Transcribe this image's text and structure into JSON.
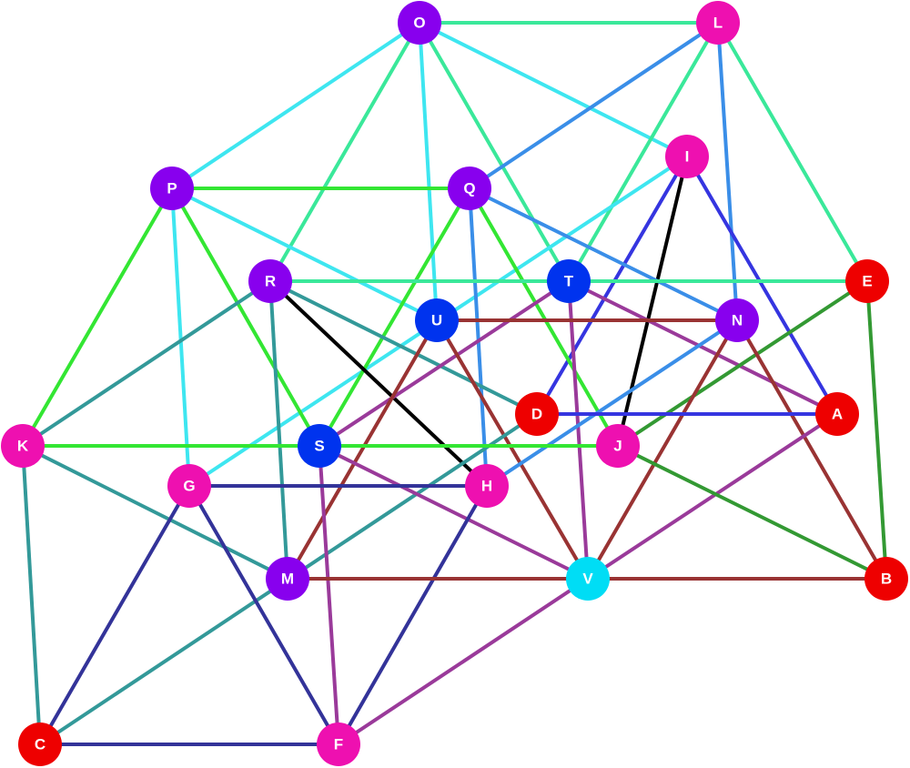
{
  "graph": {
    "nodes": [
      {
        "id": "O",
        "label": "O",
        "color": "#8800ee"
      },
      {
        "id": "L",
        "label": "L",
        "color": "#ee10b0"
      },
      {
        "id": "I",
        "label": "I",
        "color": "#ee10b0"
      },
      {
        "id": "P",
        "label": "P",
        "color": "#8800ee"
      },
      {
        "id": "Q",
        "label": "Q",
        "color": "#8800ee"
      },
      {
        "id": "R",
        "label": "R",
        "color": "#8800ee"
      },
      {
        "id": "T",
        "label": "T",
        "color": "#0033ee"
      },
      {
        "id": "E",
        "label": "E",
        "color": "#ee0000"
      },
      {
        "id": "U",
        "label": "U",
        "color": "#0033ee"
      },
      {
        "id": "N",
        "label": "N",
        "color": "#8800ee"
      },
      {
        "id": "D",
        "label": "D",
        "color": "#ee0000"
      },
      {
        "id": "A",
        "label": "A",
        "color": "#ee0000"
      },
      {
        "id": "K",
        "label": "K",
        "color": "#ee10b0"
      },
      {
        "id": "S",
        "label": "S",
        "color": "#0033ee"
      },
      {
        "id": "J",
        "label": "J",
        "color": "#ee10b0"
      },
      {
        "id": "G",
        "label": "G",
        "color": "#ee10b0"
      },
      {
        "id": "H",
        "label": "H",
        "color": "#ee10b0"
      },
      {
        "id": "M",
        "label": "M",
        "color": "#8800ee"
      },
      {
        "id": "V",
        "label": "V",
        "color": "#00ddf5"
      },
      {
        "id": "B",
        "label": "B",
        "color": "#ee0000"
      },
      {
        "id": "C",
        "label": "C",
        "color": "#ee0000"
      },
      {
        "id": "F",
        "label": "F",
        "color": "#ee10b0"
      }
    ],
    "edges": [
      {
        "from": "O",
        "to": "L",
        "color": "#3ae89a"
      },
      {
        "from": "O",
        "to": "P",
        "color": "#3ee6f0"
      },
      {
        "from": "O",
        "to": "I",
        "color": "#3ee6f0"
      },
      {
        "from": "O",
        "to": "R",
        "color": "#3ae89a"
      },
      {
        "from": "O",
        "to": "U",
        "color": "#3ee6f0"
      },
      {
        "from": "O",
        "to": "T",
        "color": "#3ae89a"
      },
      {
        "from": "L",
        "to": "Q",
        "color": "#3a8ee8"
      },
      {
        "from": "L",
        "to": "T",
        "color": "#3ae89a"
      },
      {
        "from": "L",
        "to": "N",
        "color": "#3a8ee8"
      },
      {
        "from": "L",
        "to": "E",
        "color": "#3ae89a"
      },
      {
        "from": "I",
        "to": "G",
        "color": "#3ee6f0"
      },
      {
        "from": "I",
        "to": "D",
        "color": "#3535e0"
      },
      {
        "from": "I",
        "to": "J",
        "color": "#000000"
      },
      {
        "from": "I",
        "to": "A",
        "color": "#3535e0"
      },
      {
        "from": "P",
        "to": "Q",
        "color": "#33e633"
      },
      {
        "from": "P",
        "to": "U",
        "color": "#3ee6f0"
      },
      {
        "from": "P",
        "to": "K",
        "color": "#33e633"
      },
      {
        "from": "P",
        "to": "S",
        "color": "#33e633"
      },
      {
        "from": "P",
        "to": "G",
        "color": "#3ee6f0"
      },
      {
        "from": "Q",
        "to": "S",
        "color": "#33e633"
      },
      {
        "from": "Q",
        "to": "J",
        "color": "#33e633"
      },
      {
        "from": "Q",
        "to": "H",
        "color": "#3a8ee8"
      },
      {
        "from": "Q",
        "to": "N",
        "color": "#3a8ee8"
      },
      {
        "from": "R",
        "to": "E",
        "color": "#3ae89a"
      },
      {
        "from": "R",
        "to": "K",
        "color": "#339999"
      },
      {
        "from": "R",
        "to": "D",
        "color": "#339999"
      },
      {
        "from": "R",
        "to": "H",
        "color": "#000000"
      },
      {
        "from": "R",
        "to": "M",
        "color": "#339999"
      },
      {
        "from": "T",
        "to": "S",
        "color": "#9a3a9a"
      },
      {
        "from": "T",
        "to": "A",
        "color": "#9a3a9a"
      },
      {
        "from": "T",
        "to": "V",
        "color": "#9a3a9a"
      },
      {
        "from": "E",
        "to": "J",
        "color": "#339933"
      },
      {
        "from": "E",
        "to": "B",
        "color": "#339933"
      },
      {
        "from": "U",
        "to": "N",
        "color": "#993333"
      },
      {
        "from": "U",
        "to": "M",
        "color": "#993333"
      },
      {
        "from": "U",
        "to": "V",
        "color": "#993333"
      },
      {
        "from": "N",
        "to": "H",
        "color": "#3a8ee8"
      },
      {
        "from": "N",
        "to": "V",
        "color": "#993333"
      },
      {
        "from": "N",
        "to": "B",
        "color": "#993333"
      },
      {
        "from": "D",
        "to": "A",
        "color": "#3535e0"
      },
      {
        "from": "D",
        "to": "C",
        "color": "#339999"
      },
      {
        "from": "A",
        "to": "V",
        "color": "#9a3a9a"
      },
      {
        "from": "K",
        "to": "J",
        "color": "#33e633"
      },
      {
        "from": "K",
        "to": "M",
        "color": "#339999"
      },
      {
        "from": "K",
        "to": "C",
        "color": "#339999"
      },
      {
        "from": "S",
        "to": "V",
        "color": "#9a3a9a"
      },
      {
        "from": "S",
        "to": "F",
        "color": "#9a3a9a"
      },
      {
        "from": "J",
        "to": "B",
        "color": "#339933"
      },
      {
        "from": "G",
        "to": "H",
        "color": "#333399"
      },
      {
        "from": "G",
        "to": "C",
        "color": "#333399"
      },
      {
        "from": "G",
        "to": "F",
        "color": "#333399"
      },
      {
        "from": "H",
        "to": "F",
        "color": "#333399"
      },
      {
        "from": "M",
        "to": "B",
        "color": "#993333"
      },
      {
        "from": "V",
        "to": "F",
        "color": "#9a3a9a"
      },
      {
        "from": "C",
        "to": "F",
        "color": "#333399"
      }
    ]
  }
}
